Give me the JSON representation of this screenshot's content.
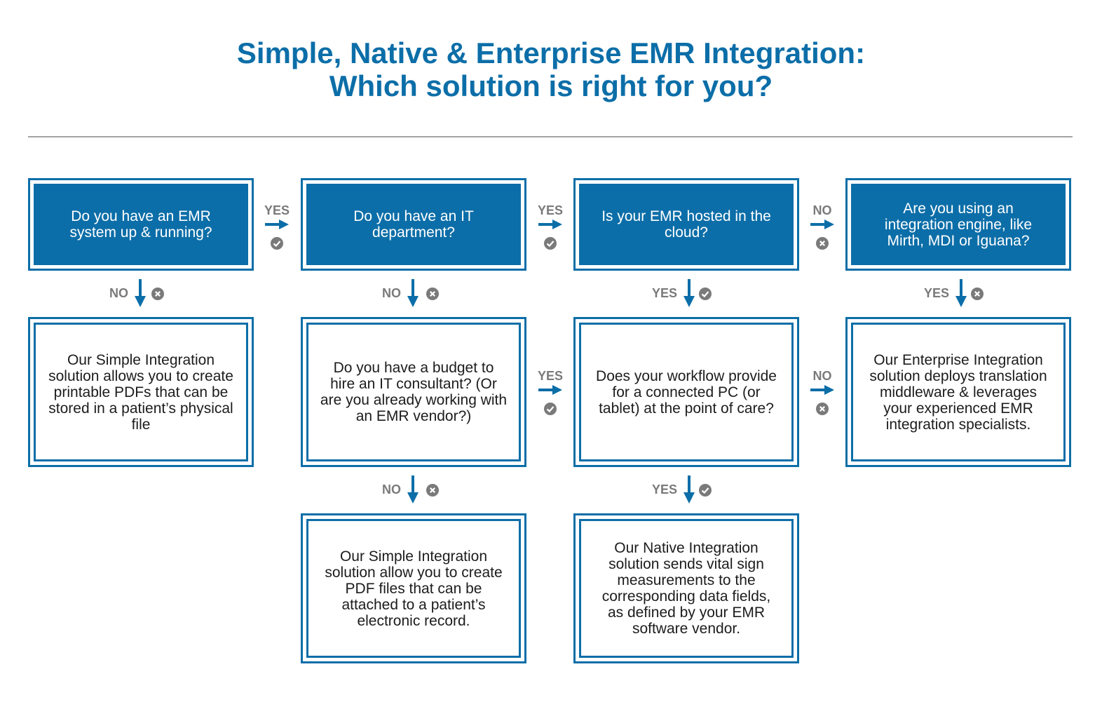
{
  "title": {
    "line1": "Simple, Native & Enterprise EMR Integration:",
    "line2": "Which solution is right for you?"
  },
  "boxes": {
    "q1": "Do you have an EMR system up & running?",
    "q2": "Do you have an IT department?",
    "q3": "Is your EMR hosted in the cloud?",
    "q4": "Are you using an integration engine, like Mirth, MDI or Iguana?",
    "a1": "Our Simple Integration solution allows you to create printable PDFs that can be stored in a patient’s physical file",
    "q5": "Do you have a budget to hire an IT consultant? (Or are you already working with an EMR vendor?)",
    "q6": "Does your workflow provide for a connected PC (or tablet) at the point of care?",
    "a2": "Our Enterprise Integration solution deploys translation middleware & leverages your experienced EMR integration specialists.",
    "a3": "Our Simple Integration solution allow you to create PDF files that can be attached to a patient’s electronic record.",
    "a4": "Our Native Integration solution sends vital sign measurements to the corresponding data fields, as defined by your EMR software vendor."
  },
  "connectors": {
    "q1_q2": "YES",
    "q2_q3": "YES",
    "q3_q4": "NO",
    "q1_a1": "NO",
    "q2_q5": "NO",
    "q3_q6": "YES",
    "q4_a2": "YES",
    "q5_q6": "YES",
    "q6_a2": "NO",
    "q5_a3": "NO",
    "q6_a4": "YES"
  },
  "icons": {
    "yes": "check-circle-icon",
    "no": "x-circle-icon",
    "arrow_right": "arrow-right-icon",
    "arrow_down": "arrow-down-icon"
  },
  "colors": {
    "brand_blue": "#0c6ea8",
    "label_gray": "#7a7a7a",
    "rule_gray": "#a3a3a3"
  }
}
